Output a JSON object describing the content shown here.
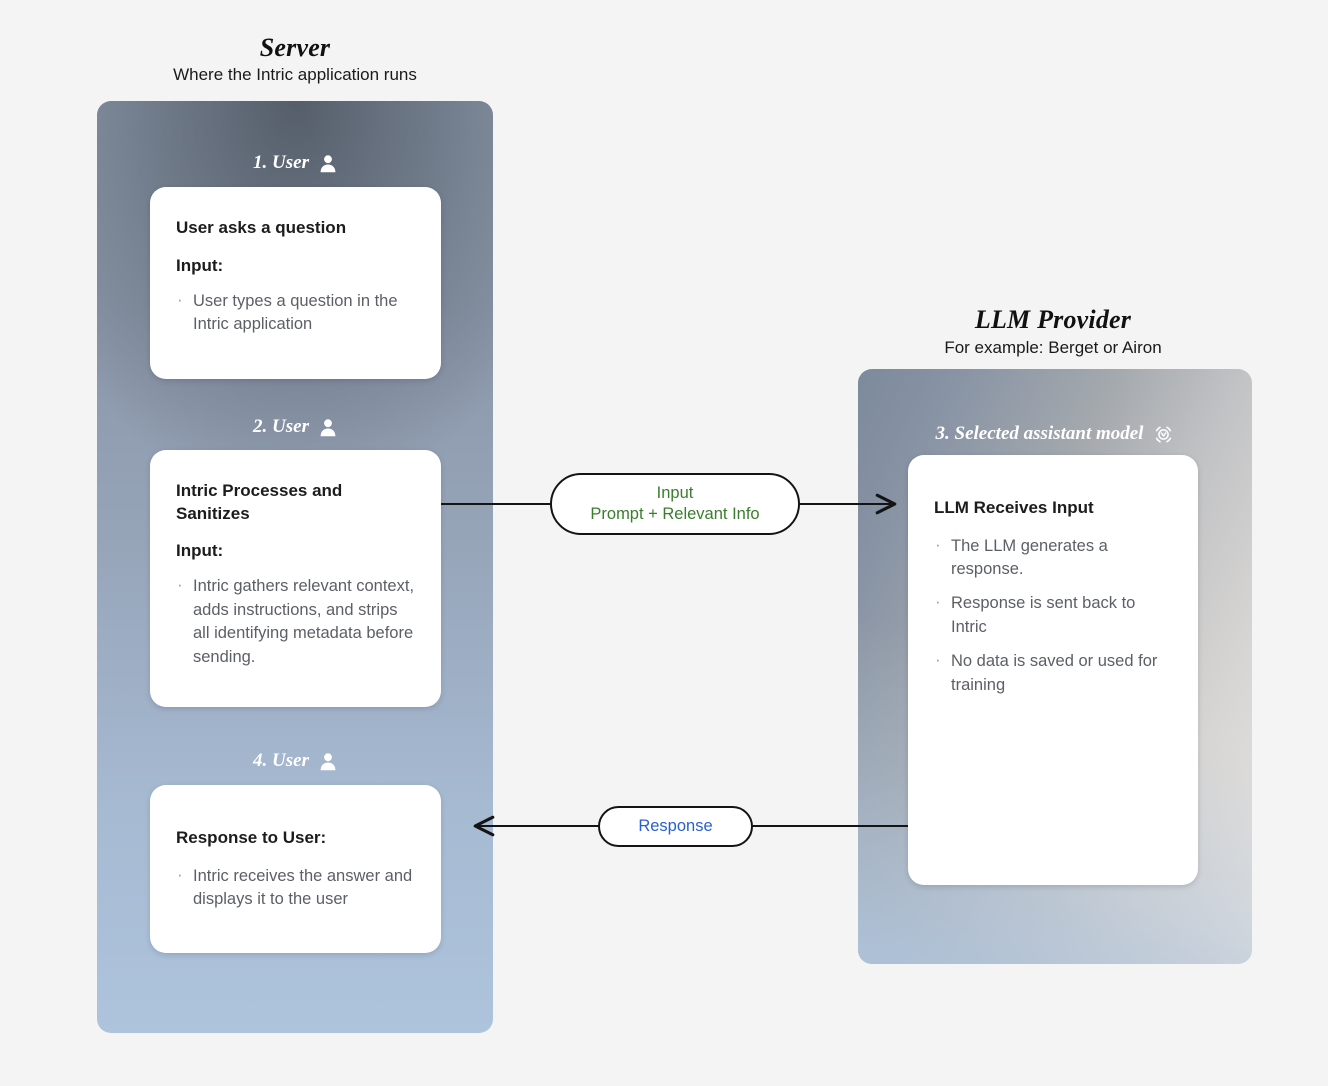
{
  "background_color": "#f4f4f4",
  "groups": [
    {
      "id": "server",
      "title": "Server",
      "subtitle": "Where the Intric application runs"
    },
    {
      "id": "llm-provider",
      "title": "LLM Provider",
      "subtitle": "For example: Berget or Airon"
    }
  ],
  "steps": {
    "step1": {
      "label": "1. User",
      "icon": "user-icon"
    },
    "step2": {
      "label": "2. User",
      "icon": "user-icon"
    },
    "step3": {
      "label": "3. Selected assistant model",
      "icon": "model-target-icon"
    },
    "step4": {
      "label": "4. User",
      "icon": "user-icon"
    }
  },
  "cards": {
    "card1": {
      "title": "User asks a question",
      "subtitle": "Input:",
      "bullets": [
        "User types a question in the Intric application"
      ]
    },
    "card2": {
      "title": "Intric Processes and Sanitizes",
      "subtitle": "Input:",
      "bullets": [
        "Intric gathers relevant context, adds instructions, and strips all identifying metadata before sending."
      ]
    },
    "card3": {
      "title": "LLM Receives Input",
      "subtitle": "",
      "bullets": [
        "The LLM generates a response.",
        "Response is sent back to Intric",
        "No data is saved or used for training"
      ]
    },
    "card4": {
      "title": "Response to User:",
      "subtitle": "",
      "bullets": [
        "Intric receives the answer and displays it to the user"
      ]
    }
  },
  "edges": {
    "request": {
      "line1": "Input",
      "line2": "Prompt + Relevant Info",
      "text_color": "#3b7d2e",
      "direction": "left-to-right"
    },
    "response": {
      "line1": "Response",
      "text_color": "#2a5fd0",
      "direction": "right-to-left"
    }
  },
  "colors": {
    "card_background": "#ffffff",
    "card_title_text": "#1c1c1c",
    "card_body_text": "#5b5f66",
    "stroke": "#141414",
    "server_panel_top": "#55606e",
    "server_panel_bottom": "#aec3dc",
    "llm_panel_left": "#7c8a9c",
    "llm_panel_right": "#e6e4e1"
  }
}
